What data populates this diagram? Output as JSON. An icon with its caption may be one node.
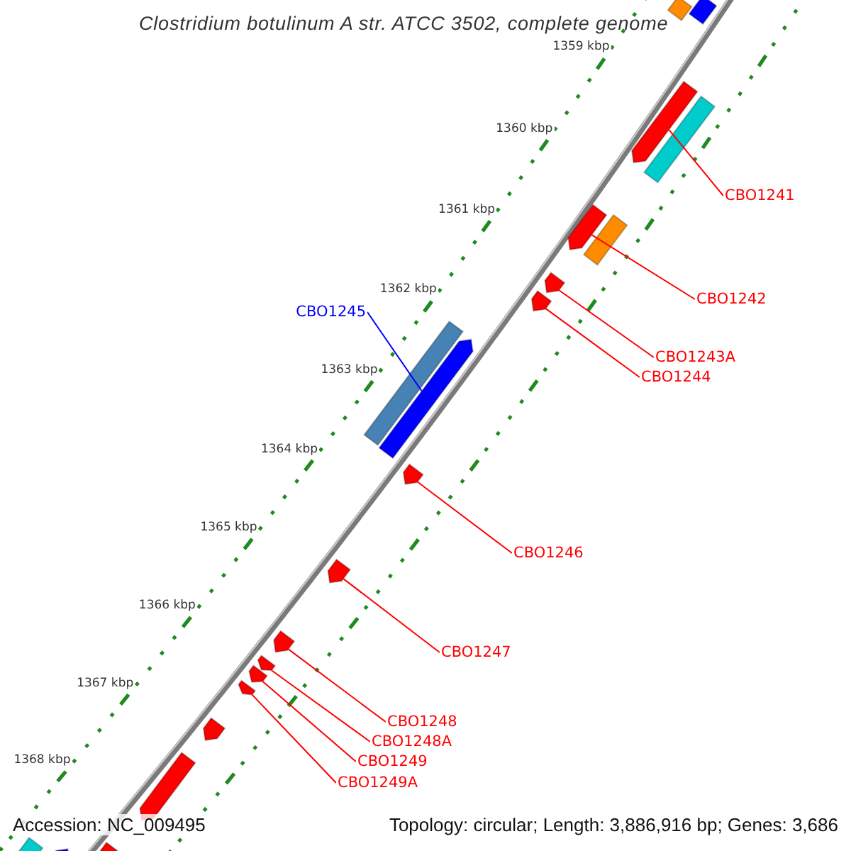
{
  "diagram": {
    "title": "Clostridium botulinum A str. ATCC 3502, complete genome",
    "nodes": [
      {
        "text": [],
        "shape": "bar"
      },
      {
        "text": [],
        "shape": "bar"
      },
      {
        "text": [],
        "shape": "bar"
      },
      {
        "text": [],
        "shape": "bar"
      },
      {
        "text": [],
        "shape": "bar"
      },
      {
        "text": [],
        "shape": "bar"
      },
      {
        "text": [],
        "shape": "bar"
      },
      {
        "text": [],
        "shape": "bar"
      },
      {
        "text": [],
        "shape": "bar"
      },
      {
        "text": [],
        "shape": "bar"
      },
      {
        "text": [],
        "shape": "bar"
      },
      {
        "text": [],
        "shape": "bar"
      },
      {
        "text": [],
        "shape": "bar"
      },
      {
        "text": [],
        "shape": "bar"
      },
      {
        "text": [],
        "shape": "bar"
      },
      {
        "text": [],
        "shape": "bar"
      },
      {
        "text": [],
        "shape": "bar"
      },
      {
        "text": [],
        "shape": "bar"
      },
      {
        "text": [],
        "shape": "bar"
      },
      {
        "text": [],
        "shape": "bar"
      },
      {
        "text": [],
        "shape": "bar"
      },
      {
        "text": [
          "CBO1241"
        ]
      },
      {
        "text": [
          "CBO1242"
        ]
      },
      {
        "text": [
          "CBO1243A"
        ]
      },
      {
        "text": [
          "CBO1244"
        ]
      },
      {
        "text": [
          "CBO1245"
        ]
      },
      {
        "text": [
          "CBO1246"
        ]
      },
      {
        "text": [
          "CBO1247"
        ]
      },
      {
        "text": [
          "CBO1248"
        ]
      },
      {
        "text": [
          "CBO1248A"
        ]
      },
      {
        "text": [
          "CBO1249"
        ]
      },
      {
        "text": [
          "CBO1249A"
        ]
      }
    ],
    "edges": [
      {
        "from": 21,
        "to": 2,
        "arrow": "none"
      },
      {
        "from": 22,
        "to": 4,
        "arrow": "none"
      },
      {
        "from": 23,
        "to": 6,
        "arrow": "none"
      },
      {
        "from": 24,
        "to": 7,
        "arrow": "none"
      },
      {
        "from": 25,
        "to": 9,
        "arrow": "none",
        "color": "#0000ff"
      },
      {
        "from": 26,
        "to": 10,
        "arrow": "none"
      },
      {
        "from": 27,
        "to": 11,
        "arrow": "none"
      },
      {
        "from": 28,
        "to": 12,
        "arrow": "none"
      },
      {
        "from": 29,
        "to": 13,
        "arrow": "none"
      },
      {
        "from": 30,
        "to": 14,
        "arrow": "none"
      },
      {
        "from": 31,
        "to": 15,
        "arrow": "none"
      }
    ],
    "labels": [
      "1359 kbp",
      "1360 kbp",
      "1361 kbp",
      "1362 kbp",
      "1363 kbp",
      "1364 kbp",
      "1365 kbp",
      "1366 kbp",
      "1367 kbp",
      "1368 kbp",
      "Accession: NC_009495",
      "Topology: circular; Length: 3,886,916 bp; Genes: 3,686"
    ]
  }
}
